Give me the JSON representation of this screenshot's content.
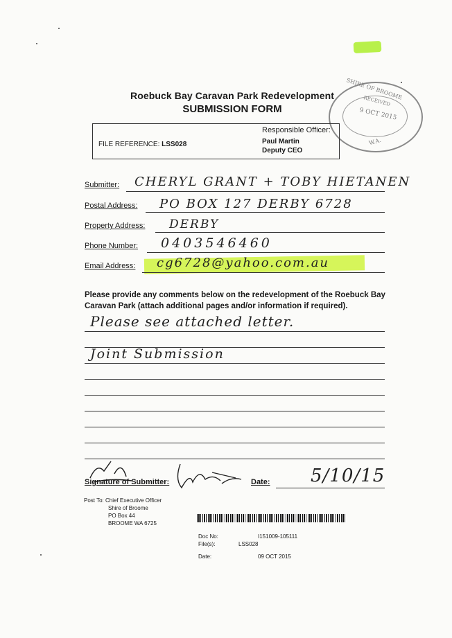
{
  "form": {
    "title": "Roebuck Bay Caravan Park Redevelopment",
    "subtitle": "SUBMISSION FORM"
  },
  "stamp": {
    "top": "SHIRE OF BROOME",
    "status": "RECEIVED",
    "date": "9 OCT 2015",
    "bottom": "W.A."
  },
  "reference": {
    "label": "FILE REFERENCE:",
    "code": "LSS028",
    "officer_label": "Responsible Officer:",
    "officer_name": "Paul Martin",
    "officer_title": "Deputy CEO"
  },
  "fields": {
    "submitter_label": "Submitter:",
    "submitter_value": "CHERYL GRANT + TOBY HIETANEN",
    "postal_label": "Postal Address:",
    "postal_value": "PO BOX 127 DERBY 6728",
    "property_label": "Property Address:",
    "property_value": "DERBY",
    "phone_label": "Phone Number:",
    "phone_value": "0403546460",
    "email_label": "Email Address:",
    "email_value": "cg6728@yahoo.com.au"
  },
  "comments": {
    "instructions": "Please provide any comments below on the redevelopment of the Roebuck Bay Caravan Park (attach additional pages and/or information if required).",
    "line1": "Please see attached letter.",
    "line2": "Joint Submission"
  },
  "signature": {
    "label": "Signature of Submitter:",
    "date_label": "Date:",
    "date_value": "5/10/15"
  },
  "postal_to": {
    "line1": "Post To: Chief Executive Officer",
    "line2": "Shire of Broome",
    "line3": "PO Box 44",
    "line4": "BROOME WA 6725"
  },
  "doc_info": {
    "doc_no_label": "Doc No:",
    "doc_no_value": "I151009-105111",
    "files_label": "File(s):",
    "files_value": "LSS028",
    "date_label": "Date:",
    "date_value": "09 OCT 2015"
  },
  "colors": {
    "highlight": "#d6f55a",
    "ink": "#1a1a1a"
  }
}
